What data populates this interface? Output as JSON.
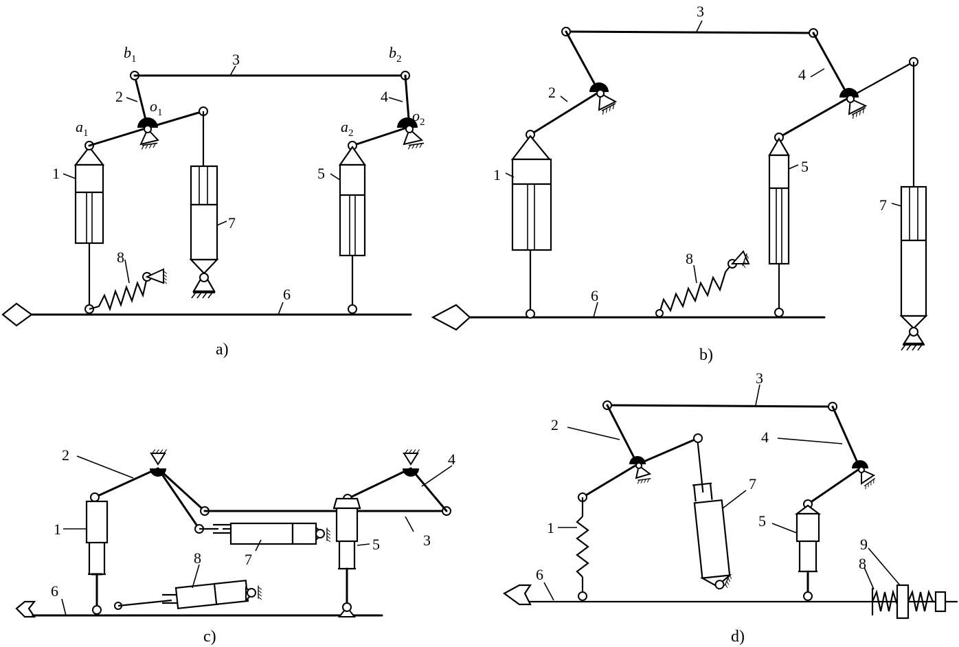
{
  "captions": {
    "a": "a)",
    "b": "b)",
    "c": "c)",
    "d": "d)"
  },
  "labels": {
    "n1": "1",
    "n2": "2",
    "n3": "3",
    "n4": "4",
    "n5": "5",
    "n6": "6",
    "n7": "7",
    "n8": "8",
    "n9": "9",
    "a_letter": "a",
    "b_letter": "b",
    "o_letter": "o",
    "sub1": "1",
    "sub2": "2"
  }
}
